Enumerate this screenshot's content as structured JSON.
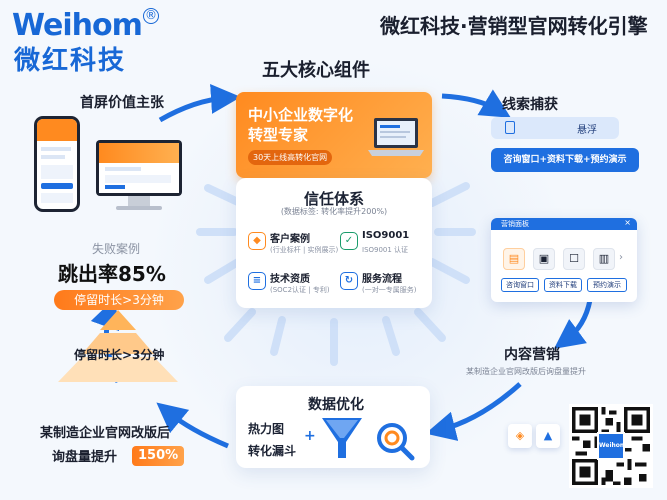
{
  "brand": {
    "name_en": "Weihom",
    "reg_mark": "®",
    "name_cn": "微红科技"
  },
  "header": {
    "title": "微红科技·营销型官网转化引擎"
  },
  "hub": {
    "title": "五大核心组件",
    "banner": {
      "line1": "中小企业数字化",
      "line2": "转型专家",
      "tag": "30天上线高转化官网"
    },
    "trust": {
      "title": "信任体系",
      "subtitle": "(数据标签: 转化率提升200%)",
      "items": [
        {
          "name": "客户案例",
          "desc": "(行业标杆 | 实例展示)",
          "icon": "case-icon"
        },
        {
          "name": "ISO9001",
          "desc": "ISO9001 认证",
          "icon": "shield-check-icon"
        },
        {
          "name": "技术资质",
          "desc": "(SOC2认证 | 专利)",
          "icon": "document-icon"
        },
        {
          "name": "服务流程",
          "desc": "(一对一专属服务)",
          "icon": "process-icon"
        }
      ]
    }
  },
  "left": {
    "homepage_label": "首屏价值主张",
    "fail_case_label": "失败案例",
    "bounce_rate": "跳出率85%",
    "stay_time_bar": "停留时长>3分钟",
    "pyramid_text": "停留时长>3分钟",
    "case_line1": "某制造企业官网改版后",
    "case_line2": "询盘量提升",
    "case_pct": "150%"
  },
  "right": {
    "lead_label": "线索捕获",
    "float_label": "悬浮",
    "cta_bar": "咨询窗口+资料下载+预约演示",
    "window": {
      "title": "营销面板",
      "buttons": [
        "咨询窗口",
        "资料下载",
        "预约演示"
      ]
    },
    "content_label": "内容营销",
    "content_desc": "某制造企业官网改版后询盘量提升",
    "qr_logo": "Weihom"
  },
  "bottom": {
    "title": "数据优化",
    "line1": "热力图",
    "line2": "转化漏斗",
    "plus": "+"
  },
  "colors": {
    "brand_blue": "#1868d6",
    "accent_orange": "#ff8a1f"
  }
}
